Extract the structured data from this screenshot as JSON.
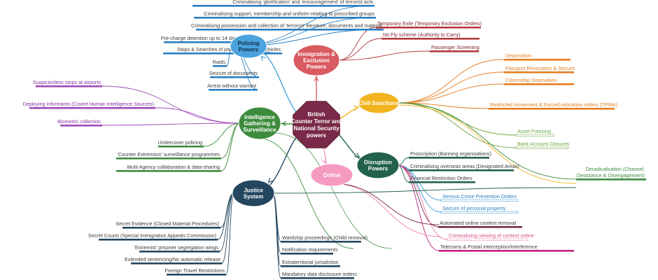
{
  "center": {
    "lines": [
      "British",
      "Counter Terror and",
      "National Security",
      "powers"
    ],
    "color": "#7a2a48"
  },
  "branches": [
    {
      "id": "policing",
      "lines": [
        "Policing",
        "Powers"
      ],
      "color": "#4aa3dd",
      "text": "#0f2e4a",
      "leaves": [
        "Criminalising ‘glorification’ and ‘encouragement’ of terrorist acts",
        "Criminalising support, membership and uniform relating to proscribed groups",
        "Criminalising possession and collection of ‘terrorist’ literature, documents and material",
        "Pre-charge detention up to 14 days",
        "Stops & Searches of people/premises/vehicles",
        "Raids",
        "Seizure of documents",
        "Arrest without warrant"
      ]
    },
    {
      "id": "immigration",
      "lines": [
        "Immigration &",
        "Exclusion",
        "Powers"
      ],
      "color": "#d95a5f",
      "text": "#ffffff",
      "leaves": [
        "Temporary Exile (Temporary Exclusion Orders)",
        "No Fly scheme (Authority to Carry)",
        "Passenger Screening"
      ]
    },
    {
      "id": "civil",
      "lines": [
        "Civil Sanctions"
      ],
      "color": "#f2b41e",
      "text": "#ffffff",
      "leaves": [
        "Deportation",
        "Passport Revocation & Seizure",
        "Citizenship Deprivation",
        "Restricted movement & Forced relocation orders (TPIMs)",
        "Asset Freezing",
        "Bank Account Closures",
        "Deradicalisation (Channel, Desistance & Disengagement)"
      ]
    },
    {
      "id": "intel",
      "lines": [
        "Intelligence",
        "Gathering &",
        "Surveillance"
      ],
      "color": "#3d8c3d",
      "text": "#ffffff",
      "leaves": [
        "Suspicionless stops at airports",
        "Deploying informants (Covert Human Intelligence Sources)",
        "Biometric collection",
        "Undercover policing",
        "‘Counter Extremism’ surveillance programmes",
        "Multi Agency collaboration & data-sharing"
      ]
    },
    {
      "id": "disruption",
      "lines": [
        "Disruption",
        "Powers"
      ],
      "color": "#22614a",
      "text": "#ffffff",
      "leaves": [
        "Proscription (Banning organisations)",
        "Criminalising overseas areas (Designated Areas)",
        "Financial Restriction Orders",
        "Serious Crime Prevention Orders",
        "Seizure of personal property",
        "Automated online content removal",
        "Criminalising viewing of content online",
        "Telecoms & Postal interception/Interference"
      ]
    },
    {
      "id": "online",
      "lines": [
        "Online"
      ],
      "color": "#f59ac0",
      "text": "#ffffff",
      "leaves": []
    },
    {
      "id": "justice",
      "lines": [
        "Justice",
        "System"
      ],
      "color": "#24475f",
      "text": "#ffffff",
      "leaves": [
        "Secret Evidence (Closed Material Procedures)",
        "Secret Courts (Special Immigration Appeals Commission)",
        "‘Extremist’ prisoner segregation wings",
        "Extended sentencing/No automatic release",
        "Foreign Travel Restrictions",
        "Wardship proceedings (Child removal)",
        "Notification requirements",
        "Extraterritorial jurisdiction",
        "Mandatory data disclosure orders"
      ]
    }
  ]
}
